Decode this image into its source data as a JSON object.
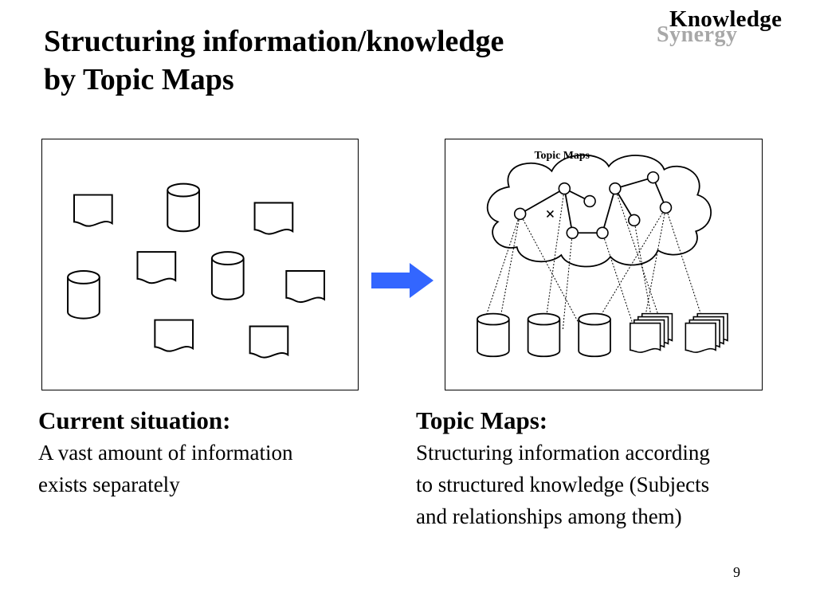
{
  "slide": {
    "title_line1": "Structuring information/knowledge",
    "title_line2": "by Topic Maps",
    "logo_main": "Knowledge",
    "logo_shadow": "Synergy",
    "page_number": "9"
  },
  "left": {
    "heading": "Current situation:",
    "body_line1": "A vast amount of information",
    "body_line2": "exists separately"
  },
  "right": {
    "cloud_label": "Topic Maps",
    "heading": "Topic Maps:",
    "body_line1": "Structuring information according",
    "body_line2": "to structured knowledge (Subjects",
    "body_line3": "and relationships among them)"
  },
  "colors": {
    "arrow": "#3366ff"
  },
  "icons": {
    "document": "document-icon",
    "database": "database-icon",
    "document_stack": "document-stack-icon",
    "topic_node": "topic-node-icon",
    "arrow": "right-arrow-icon"
  }
}
